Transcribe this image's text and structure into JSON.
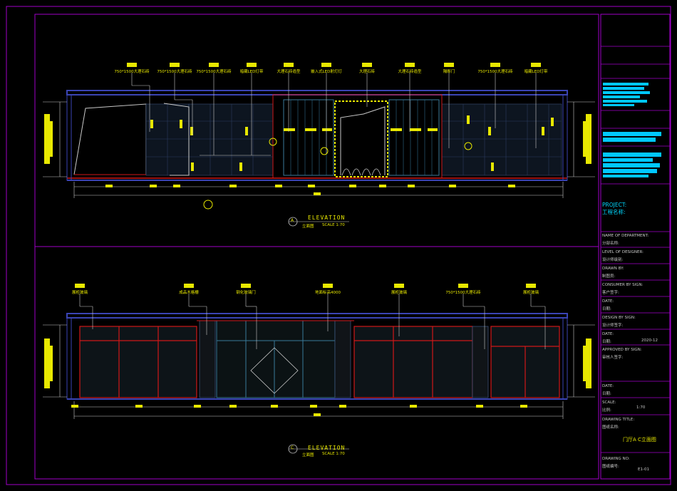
{
  "drawing": {
    "colors": {
      "frame": "#a000c8",
      "blue": "#3a3ad8",
      "yellow": "#e8e800",
      "red": "#d01818",
      "cyan": "#00d8ff",
      "white": "#c9c9c9",
      "green": "#18a018",
      "navy": "#3a44b4"
    },
    "elevation_a": {
      "letter": "A",
      "title": "ELEVATION",
      "sub": "立面图",
      "scale": "SCALE 1:70",
      "callouts": [
        "750*1500大理石砖",
        "750*1500大理石砖",
        "750*1500大理石砖",
        "暗藏LED灯带",
        "大理石砖造型",
        "嵌入式LED射灯灯",
        "大理石砖",
        "大理石砖造型",
        "隔断门",
        "750*1500大理石砖",
        "暗藏LED灯带"
      ]
    },
    "elevation_c": {
      "letter": "C",
      "title": "ELEVATION",
      "sub": "立面图",
      "scale": "SCALE 1:70",
      "callouts": [
        "展柜玻璃",
        "成品木格栅",
        "钢化玻璃门",
        "地面标高4000",
        "展柜玻璃",
        "750*1500大理石砖",
        "展柜玻璃"
      ]
    }
  },
  "title_block": {
    "project_label": "PROJECT:",
    "project_name": "工程名称:",
    "rows": [
      {
        "label": "NAME OF DEPARTMENT:",
        "value": "分部名称:"
      },
      {
        "label": "LEVEL OF DESIGNER:",
        "value": "设计师级别:"
      },
      {
        "label": "DRAWN BY:",
        "value": "制图员:"
      },
      {
        "label": "CONSUMER BY SIGN:",
        "value": "客户签字:"
      },
      {
        "label": "DATE:",
        "value": "日期:"
      },
      {
        "label": "DESIGN BY SIGN:",
        "value": "设计师签字:"
      },
      {
        "label": "DATE:",
        "value": "日期:",
        "extra": "2020-12"
      },
      {
        "label": "APPROVED BY SIGN:",
        "value": "审核人签字:"
      },
      {
        "label": "DATE:",
        "value": "日期:"
      },
      {
        "label": "SCALE:",
        "value": "比例:",
        "extra": "1:70"
      },
      {
        "label": "DRAWING TITLE:",
        "value": "图纸名称:"
      }
    ],
    "drawing_title": "门厅A C立面图",
    "drawing_no_label": "DRAWING NO:",
    "drawing_no_value": "图纸编号:",
    "sheet": "E1-01"
  }
}
